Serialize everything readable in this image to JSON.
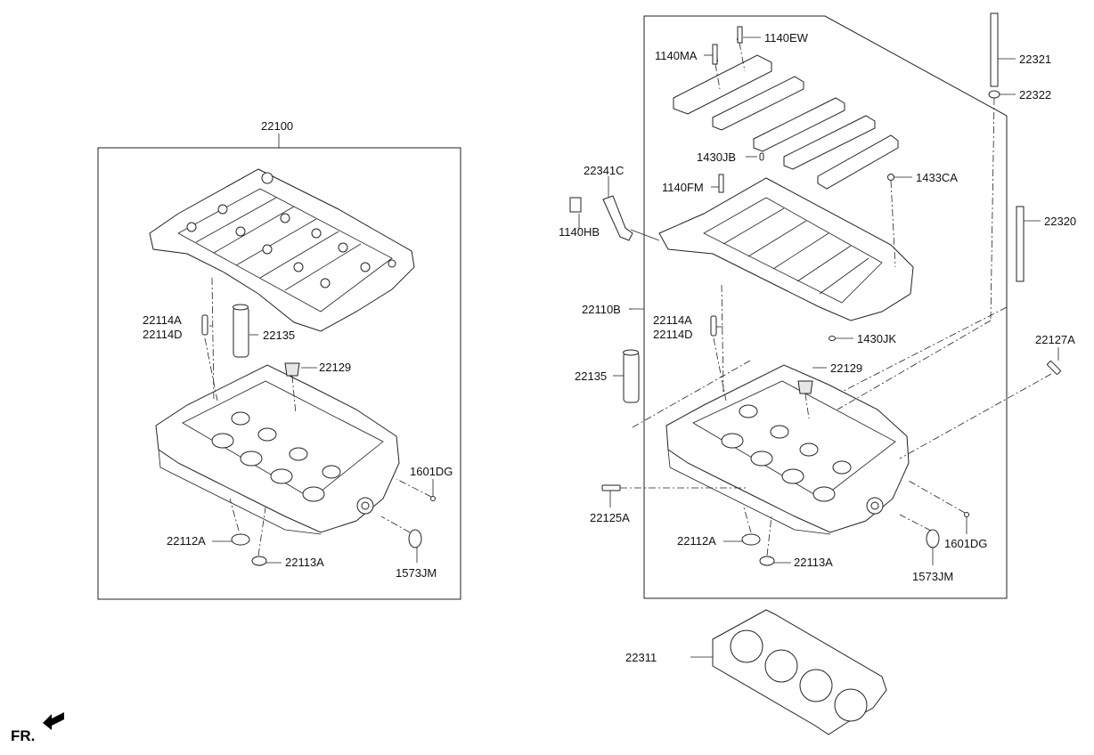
{
  "labels": {
    "l_22100": "22100",
    "l_22114A_left": "22114A",
    "l_22114D_left": "22114D",
    "l_22135_left": "22135",
    "l_22129_left": "22129",
    "l_1601DG_left": "1601DG",
    "l_22112A_left": "22112A",
    "l_22113A_left": "22113A",
    "l_1573JM_left": "1573JM",
    "l_1140EW": "1140EW",
    "l_1140MA": "1140MA",
    "l_22321": "22321",
    "l_22322": "22322",
    "l_22341C": "22341C",
    "l_1430JB": "1430JB",
    "l_1140FM": "1140FM",
    "l_1433CA": "1433CA",
    "l_1140HB": "1140HB",
    "l_22320": "22320",
    "l_22110B": "22110B",
    "l_22114A_right": "22114A",
    "l_22114D_right": "22114D",
    "l_1430JK": "1430JK",
    "l_22127A": "22127A",
    "l_22135_right": "22135",
    "l_22129_right": "22129",
    "l_22125A": "22125A",
    "l_22112A_right": "22112A",
    "l_22113A_right": "22113A",
    "l_1601DG_right": "1601DG",
    "l_1573JM_right": "1573JM",
    "l_22311": "22311"
  },
  "footer": {
    "front_label": "FR."
  },
  "icons": {
    "front_arrow": "arrow-left-down-icon"
  }
}
